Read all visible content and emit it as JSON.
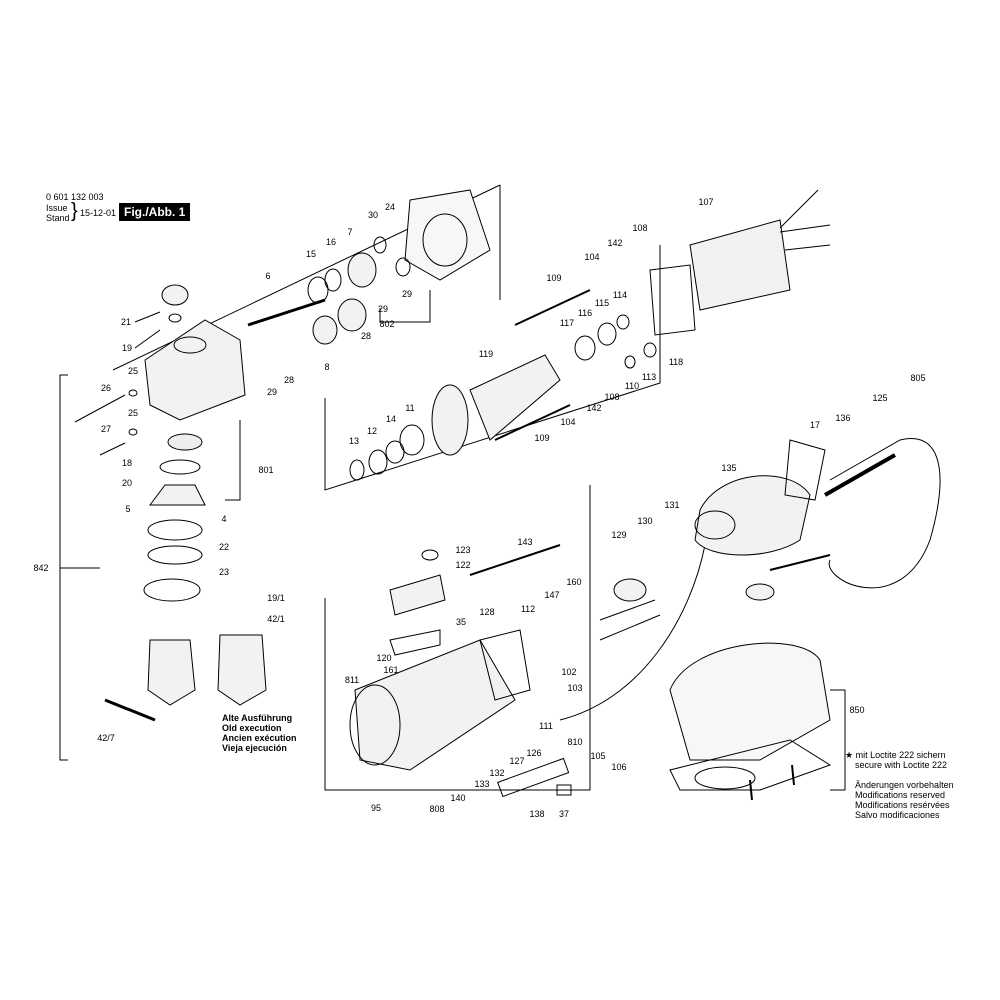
{
  "header": {
    "part_number": "0 601 132 003",
    "issue_label": "Issue",
    "stand_label": "Stand",
    "issue_date": "15-12-01",
    "figure_label": "Fig./Abb. 1"
  },
  "old_execution": [
    "Alte Ausführung",
    "Old execution",
    "Ancien exécution",
    "Vieja ejecución"
  ],
  "loctite_note": [
    "★ mit Loctite 222 sichern",
    "secure with Loctite 222"
  ],
  "modifications_note": [
    "Änderungen vorbehalten",
    "Modifications reserved",
    "Modifications resérvées",
    "Salvo modificaciones"
  ],
  "callouts": {
    "c24": "24",
    "c30": "30",
    "c7": "7",
    "c16": "16",
    "c15": "15",
    "c6": "6",
    "c29a": "29",
    "c29b": "29",
    "c28a": "28",
    "c802": "802",
    "c21": "21",
    "c19": "19",
    "c8": "8",
    "c29c": "29",
    "c28b": "28",
    "c25a": "25",
    "c26": "26",
    "c25b": "25",
    "c27": "27",
    "c18": "18",
    "c20": "20",
    "c5": "5",
    "c4": "4",
    "c22": "22",
    "c23": "23",
    "c801": "801",
    "c842": "842",
    "c19_1": "19/1",
    "c42_1": "42/1",
    "c42_7": "42/7",
    "c107": "107",
    "c108a": "108",
    "c142a": "142",
    "c109a": "109",
    "c104a": "104",
    "c114": "114",
    "c115": "115",
    "c116": "116",
    "c117": "117",
    "c119": "119",
    "c118": "118",
    "c113": "113",
    "c110": "110",
    "c108b": "108",
    "c142b": "142",
    "c104b": "104",
    "c109b": "109",
    "c11": "11",
    "c14": "14",
    "c12": "12",
    "c13": "13",
    "c805": "805",
    "c125": "125",
    "c17": "17",
    "c136": "136",
    "c135": "135",
    "c131": "131",
    "c130": "130",
    "c129": "129",
    "c143": "143",
    "c123": "123",
    "c122": "122",
    "c160": "160",
    "c147": "147",
    "c112": "112",
    "c128": "128",
    "c35": "35",
    "c120": "120",
    "c161": "161",
    "c811": "811",
    "c102": "102",
    "c103": "103",
    "c111": "111",
    "c810": "810",
    "c105": "105",
    "c106": "106",
    "c126": "126",
    "c127": "127",
    "c132": "132",
    "c133": "133",
    "c140": "140",
    "c808": "808",
    "c138": "138",
    "c37": "37",
    "c95": "95",
    "c850": "850"
  }
}
